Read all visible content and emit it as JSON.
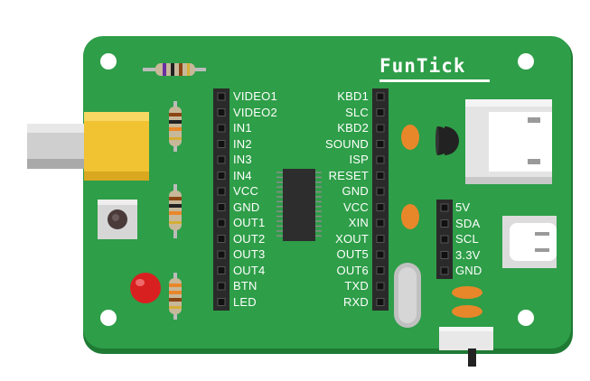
{
  "brand": "FunTick",
  "left_header_pins": [
    "VIDEO1",
    "VIDEO2",
    "IN1",
    "IN2",
    "IN3",
    "IN4",
    "VCC",
    "GND",
    "OUT1",
    "OUT2",
    "OUT3",
    "OUT4",
    "BTN",
    "LED"
  ],
  "middle_header_pins": [
    "KBD1",
    "SLC",
    "KBD2",
    "SOUND",
    "ISP",
    "RESET",
    "GND",
    "VCC",
    "XIN",
    "XOUT",
    "OUT5",
    "OUT6",
    "TXD",
    "RXD"
  ],
  "right_header_pins": [
    "5V",
    "SDA",
    "SCL",
    "3.3V",
    "GND"
  ],
  "colors": {
    "board": "#2e9e48",
    "board_edge": "#1f7a34",
    "header": "#2a2a2a",
    "rca_jack": "#f1c232",
    "led": "#d92020",
    "capacitor": "#e8872a"
  }
}
